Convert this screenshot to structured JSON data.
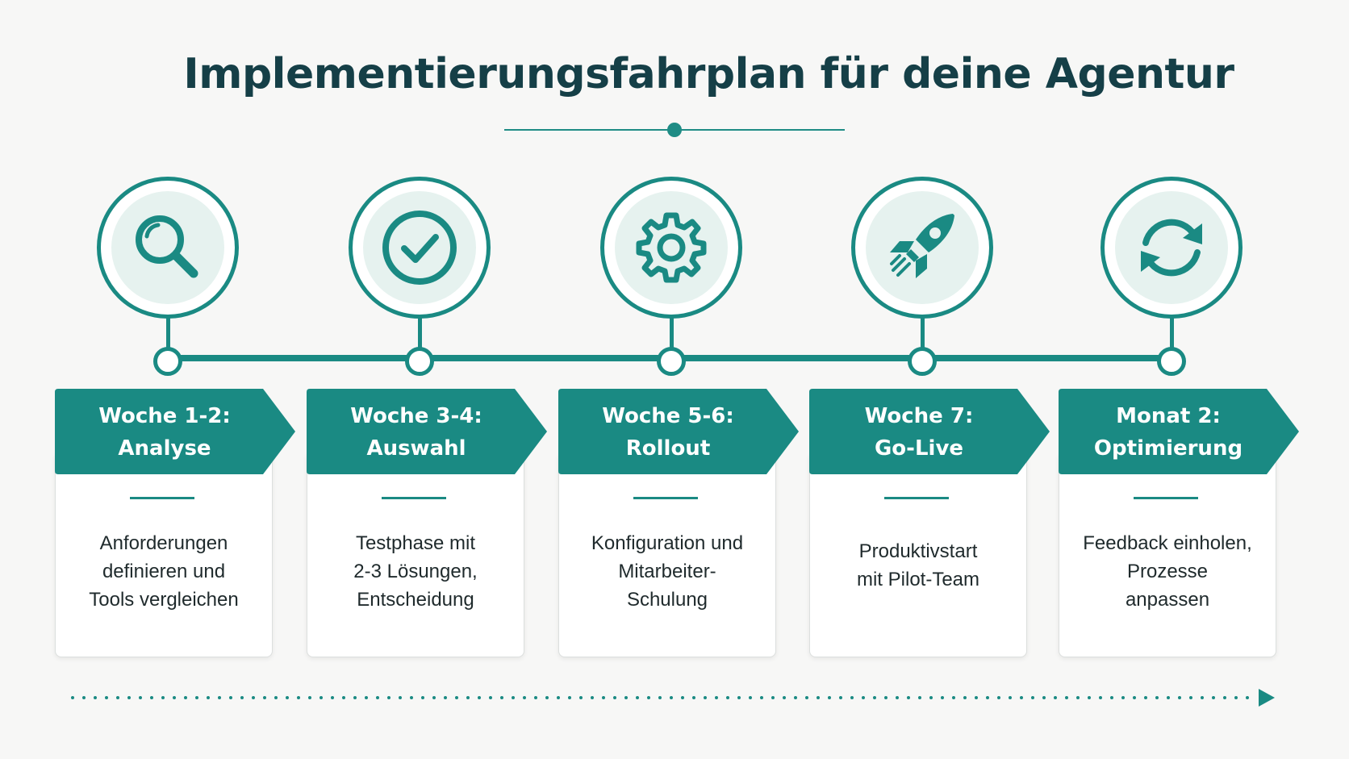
{
  "title": "Implementierungsfahrplan für deine Agentur",
  "colors": {
    "accent": "#1a8a83",
    "title": "#153f47",
    "icon_bg": "#e6f2ef"
  },
  "steps": [
    {
      "icon": "magnifier-icon",
      "label": "Woche 1-2:\nAnalyse",
      "description": "Anforderungen\ndefinieren und\nTools vergleichen"
    },
    {
      "icon": "checkmark-icon",
      "label": "Woche 3-4:\nAuswahl",
      "description": "Testphase mit\n2-3 Lösungen,\nEntscheidung"
    },
    {
      "icon": "gear-icon",
      "label": "Woche 5-6:\nRollout",
      "description": "Konfiguration und\nMitarbeiter-\nSchulung"
    },
    {
      "icon": "rocket-icon",
      "label": "Woche 7:\nGo-Live",
      "description": "Produktivstart\nmit Pilot-Team"
    },
    {
      "icon": "refresh-icon",
      "label": "Monat 2:\nOptimierung",
      "description": "Feedback einholen,\nProzesse\nanpassen"
    }
  ]
}
